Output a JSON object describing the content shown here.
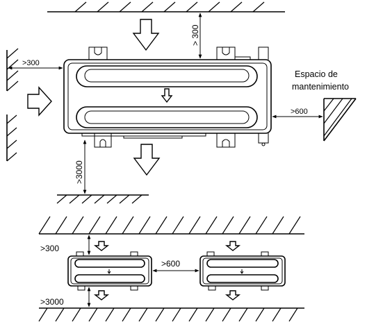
{
  "labels": {
    "top_clearance": "> 300",
    "left_clearance": ">300",
    "right_clearance": ">600",
    "bottom_clearance": ">3000",
    "maintenance_line1": "Espacio de",
    "maintenance_line2": "mantenimiento",
    "lower_top_clearance": ">300",
    "lower_between_clearance": ">600",
    "lower_bottom_clearance": ">3000"
  },
  "colors": {
    "line": "#000000",
    "background": "#ffffff"
  },
  "icons": {
    "airflow_arrow": "hollow-block-arrow",
    "dimension_arrow": "solid-arrowhead"
  }
}
